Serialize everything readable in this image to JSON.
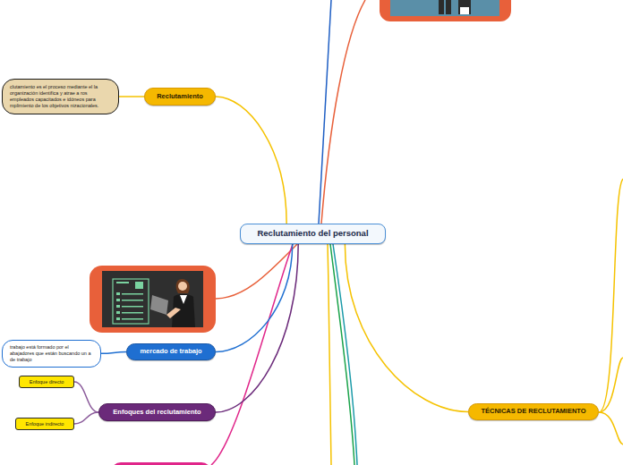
{
  "diagram": {
    "title": "Reclutamiento del personal",
    "nodes": [
      {
        "text": [
          "Reclutamiento del personal"
        ]
      },
      {
        "text": [
          "Reclutamiento"
        ]
      },
      {
        "text": [
          "clutamiento es el proceso mediante el la organización identifica y atrae a ros empleados capacitados e idóneos para mplimiento de los objetivos nizacionales."
        ]
      },
      {
        "text": [
          "mercado de trabajo"
        ]
      },
      {
        "text": [
          "trabajo está formado por el abajadores que están buscando un a de trabajo"
        ]
      },
      {
        "text": [
          "Enfoques del reclutamiento"
        ]
      },
      {
        "text": [
          "Enfoque directo"
        ]
      },
      {
        "text": [
          "Enfoque indirecto"
        ]
      },
      {
        "text": [
          "TÉCNICAS DE RECLUTAMIENTO"
        ]
      }
    ],
    "edges": [
      {
        "from": 0,
        "to": 1,
        "arrow": "none"
      },
      {
        "from": 1,
        "to": 2,
        "arrow": "none"
      },
      {
        "from": 0,
        "to": 3,
        "arrow": "none"
      },
      {
        "from": 3,
        "to": 4,
        "arrow": "none"
      },
      {
        "from": 0,
        "to": 5,
        "arrow": "none"
      },
      {
        "from": 5,
        "to": 6,
        "arrow": "none"
      },
      {
        "from": 5,
        "to": 7,
        "arrow": "none"
      },
      {
        "from": 0,
        "to": 8,
        "arrow": "none"
      }
    ]
  }
}
